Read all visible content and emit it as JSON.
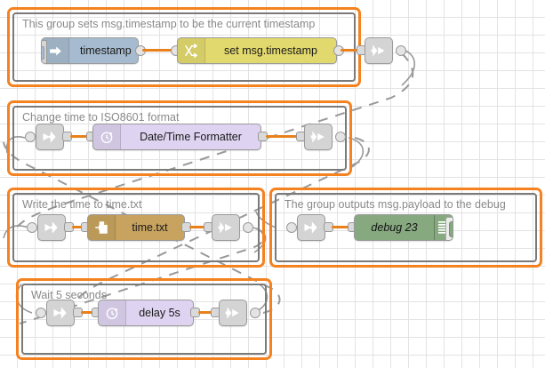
{
  "editor": {
    "name": "node-red-flow-editor",
    "grid_size": 20,
    "background": "#ffffff",
    "grid_color": "#e3e3e3",
    "wire_color": "#e8811b",
    "group_border_color": "#f58220",
    "group_inner_border_color": "#7a7a7a",
    "link_line_color": "#999999"
  },
  "groups": [
    {
      "id": "group-timestamp",
      "label": "This group sets msg.timestamp to be the current timestamp",
      "nodes": [
        {
          "id": "inject-timestamp",
          "type": "inject",
          "label": "timestamp",
          "color": "#a6bbcf",
          "icon": "inject-arrow-icon"
        },
        {
          "id": "change-set-msg-timestamp",
          "type": "change",
          "label": "set msg.timestamp",
          "color": "#e2d96e",
          "icon": "change-shuffle-icon"
        },
        {
          "id": "link-out-1",
          "type": "link out",
          "label": "",
          "color": "#d4d4d4",
          "icon": "link-out-icon"
        }
      ]
    },
    {
      "id": "group-iso8601",
      "label": "Change time to ISO8601 format",
      "nodes": [
        {
          "id": "link-in-1",
          "type": "link in",
          "label": "",
          "color": "#d4d4d4",
          "icon": "link-in-icon"
        },
        {
          "id": "date-time-formatter",
          "type": "moment",
          "label": "Date/Time Formatter",
          "color": "#ded3f0",
          "icon": "clock-icon"
        },
        {
          "id": "link-out-2",
          "type": "link out",
          "label": "",
          "color": "#d4d4d4",
          "icon": "link-out-icon"
        }
      ]
    },
    {
      "id": "group-write-file",
      "label": "Write the time to time.txt",
      "nodes": [
        {
          "id": "link-in-2",
          "type": "link in",
          "label": "",
          "color": "#d4d4d4",
          "icon": "link-in-icon"
        },
        {
          "id": "file-write",
          "type": "file",
          "label": "time.txt",
          "color": "#c7a35f",
          "icon": "file-document-icon"
        },
        {
          "id": "link-out-3",
          "type": "link out",
          "label": "",
          "color": "#d4d4d4",
          "icon": "link-out-icon"
        }
      ]
    },
    {
      "id": "group-debug",
      "label": "The group outputs msg.payload to the debug",
      "nodes": [
        {
          "id": "link-in-3",
          "type": "link in",
          "label": "",
          "color": "#d4d4d4",
          "icon": "link-in-icon"
        },
        {
          "id": "debug-23",
          "type": "debug",
          "label": "debug 23",
          "color": "#87a980",
          "icon": "debug-lines-icon",
          "toggle": "enabled"
        }
      ]
    },
    {
      "id": "group-wait",
      "label": "Wait 5 seconds",
      "nodes": [
        {
          "id": "link-in-4",
          "type": "link in",
          "label": "",
          "color": "#d4d4d4",
          "icon": "link-in-icon"
        },
        {
          "id": "delay-5s",
          "type": "delay",
          "label": "delay 5s",
          "color": "#ded3f0",
          "icon": "stopwatch-icon"
        },
        {
          "id": "link-out-4",
          "type": "link out",
          "label": "",
          "color": "#d4d4d4",
          "icon": "link-out-icon"
        }
      ]
    }
  ]
}
